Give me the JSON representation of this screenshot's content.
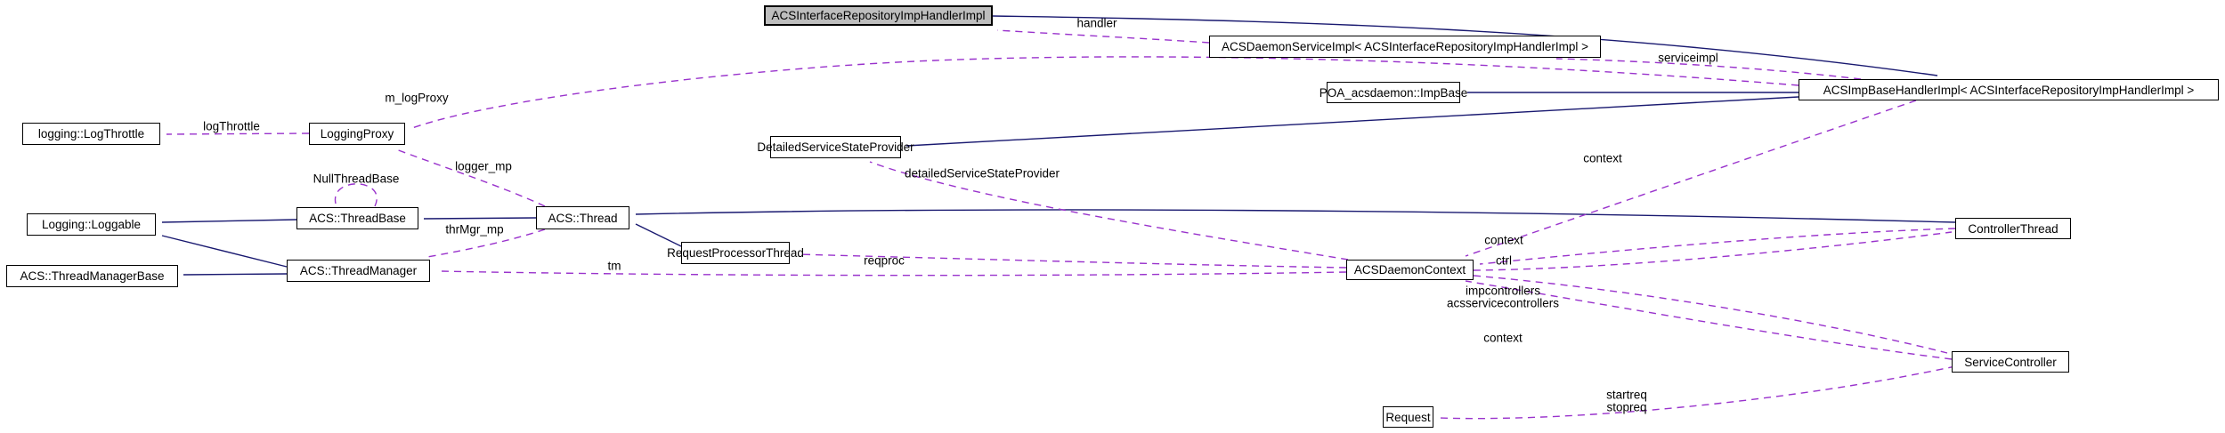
{
  "diagram": {
    "kind": "doxygen-collaboration-graph",
    "colors": {
      "inheritance_edge": "#191970",
      "usage_edge": "#9932cc",
      "node_background": "#ffffff",
      "main_node_background": "#bebebe",
      "node_border": "#000000",
      "text": "#000000",
      "page_background": "#ffffff"
    },
    "nodes": [
      {
        "label": "logging::LogThrottle"
      },
      {
        "label": "LoggingProxy"
      },
      {
        "label": "Logging::Loggable"
      },
      {
        "label": "ACS::ThreadBase"
      },
      {
        "label": "ACS::Thread"
      },
      {
        "label": "ACS::ThreadManagerBase"
      },
      {
        "label": "ACS::ThreadManager"
      },
      {
        "label": "RequestProcessorThread"
      },
      {
        "label": "DetailedServiceStateProvider"
      },
      {
        "label": "ACSInterfaceRepositoryImpHandlerImpl"
      },
      {
        "label": "ACSDaemonServiceImpl< ACSInterfaceRepositoryImpHandlerImpl >"
      },
      {
        "label": "POA_acsdaemon::ImpBase"
      },
      {
        "label": "ACSImpBaseHandlerImpl< ACSInterfaceRepositoryImpHandlerImpl >"
      },
      {
        "label": "ACSDaemonContext"
      },
      {
        "label": "ControllerThread"
      },
      {
        "label": "ServiceController"
      },
      {
        "label": "Request"
      }
    ],
    "edge_labels": [
      {
        "text": "logThrottle"
      },
      {
        "text": "m_logProxy"
      },
      {
        "text": "logger_mp"
      },
      {
        "text": "NullThreadBase"
      },
      {
        "text": "thrMgr_mp"
      },
      {
        "text": "tm"
      },
      {
        "text": "reqproc"
      },
      {
        "text": "handler"
      },
      {
        "text": "serviceimpl"
      },
      {
        "text": "detailedServiceStateProvider"
      },
      {
        "text": "context"
      },
      {
        "text": "context"
      },
      {
        "text": "ctrl"
      },
      {
        "text": "impcontrollers"
      },
      {
        "text": "acsservicecontrollers"
      },
      {
        "text": "context"
      },
      {
        "text": "startreq"
      },
      {
        "text": "stopreq"
      }
    ],
    "edges": [
      {
        "from": "ACSInterfaceRepositoryImpHandlerImpl",
        "to": "ACSImpBaseHandlerImpl< ACSInterfaceRepositoryImpHandlerImpl >",
        "kind": "inheritance",
        "label": ""
      },
      {
        "from": "ACSImpBaseHandlerImpl< ACSInterfaceRepositoryImpHandlerImpl >",
        "to": "POA_acsdaemon::ImpBase",
        "kind": "inheritance",
        "label": ""
      },
      {
        "from": "ACSImpBaseHandlerImpl< ACSInterfaceRepositoryImpHandlerImpl >",
        "to": "DetailedServiceStateProvider",
        "kind": "inheritance",
        "label": ""
      },
      {
        "from": "ControllerThread",
        "to": "ACS::Thread",
        "kind": "inheritance",
        "label": ""
      },
      {
        "from": "RequestProcessorThread",
        "to": "ACS::Thread",
        "kind": "inheritance",
        "label": ""
      },
      {
        "from": "ACS::Thread",
        "to": "ACS::ThreadBase",
        "kind": "inheritance",
        "label": ""
      },
      {
        "from": "ACS::ThreadBase",
        "to": "Logging::Loggable",
        "kind": "inheritance",
        "label": ""
      },
      {
        "from": "ACS::ThreadManager",
        "to": "Logging::Loggable",
        "kind": "inheritance",
        "label": ""
      },
      {
        "from": "ACS::ThreadManager",
        "to": "ACS::ThreadManagerBase",
        "kind": "inheritance",
        "label": ""
      },
      {
        "from": "LoggingProxy",
        "to": "logging::LogThrottle",
        "kind": "usage",
        "label": "logThrottle"
      },
      {
        "from": "ACSImpBaseHandlerImpl< ACSInterfaceRepositoryImpHandlerImpl >",
        "to": "LoggingProxy",
        "kind": "usage",
        "label": "m_logProxy"
      },
      {
        "from": "ACS::Thread",
        "to": "LoggingProxy",
        "kind": "usage",
        "label": "logger_mp"
      },
      {
        "from": "ACS::ThreadBase",
        "to": "ACS::ThreadBase",
        "kind": "usage",
        "label": "NullThreadBase"
      },
      {
        "from": "ACS::Thread",
        "to": "ACS::ThreadManager",
        "kind": "usage",
        "label": "thrMgr_mp"
      },
      {
        "from": "ACSDaemonContext",
        "to": "ACS::ThreadManager",
        "kind": "usage",
        "label": "tm"
      },
      {
        "from": "ACSDaemonContext",
        "to": "RequestProcessorThread",
        "kind": "usage",
        "label": "reqproc"
      },
      {
        "from": "ACSDaemonContext",
        "to": "DetailedServiceStateProvider",
        "kind": "usage",
        "label": "detailedServiceStateProvider"
      },
      {
        "from": "ACSImpBaseHandlerImpl< ACSInterfaceRepositoryImpHandlerImpl >",
        "to": "ACSDaemonContext",
        "kind": "usage",
        "label": "context"
      },
      {
        "from": "ControllerThread",
        "to": "ACSDaemonContext",
        "kind": "usage",
        "label": "context"
      },
      {
        "from": "ACSDaemonContext",
        "to": "ControllerThread",
        "kind": "usage",
        "label": "ctrl"
      },
      {
        "from": "ACSDaemonContext",
        "to": "ServiceController",
        "kind": "usage",
        "label": "impcontrollers acsservicecontrollers"
      },
      {
        "from": "ServiceController",
        "to": "ACSDaemonContext",
        "kind": "usage",
        "label": "context"
      },
      {
        "from": "ServiceController",
        "to": "Request",
        "kind": "usage",
        "label": "startreq stopreq"
      },
      {
        "from": "ACSDaemonServiceImpl< ACSInterfaceRepositoryImpHandlerImpl >",
        "to": "ACSInterfaceRepositoryImpHandlerImpl",
        "kind": "usage",
        "label": "handler"
      },
      {
        "from": "ACSImpBaseHandlerImpl< ACSInterfaceRepositoryImpHandlerImpl >",
        "to": "ACSDaemonServiceImpl< ACSInterfaceRepositoryImpHandlerImpl >",
        "kind": "usage",
        "label": "serviceimpl"
      }
    ]
  }
}
